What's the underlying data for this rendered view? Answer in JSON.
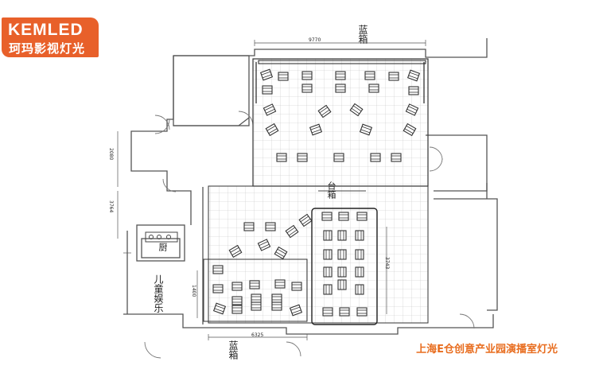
{
  "logo": {
    "brand": "KEMLED",
    "sub": "珂玛影视灯光"
  },
  "labels": {
    "top_box": "蓝箱",
    "bottom_box": "蓝箱",
    "stage": "台箱",
    "kids": "儿童娱乐",
    "kitchen": "厨"
  },
  "dimensions": {
    "top_width": "9770",
    "bottom_width": "6325",
    "left_1": "2080",
    "left_2": "3764",
    "left_3": "1400",
    "inner": "3743"
  },
  "caption": "上海E仓创意产业园演播室灯光",
  "colors": {
    "accent": "#e8602a",
    "caption": "#e86d1f",
    "line": "#333333",
    "grid": "#bcbcbc"
  }
}
